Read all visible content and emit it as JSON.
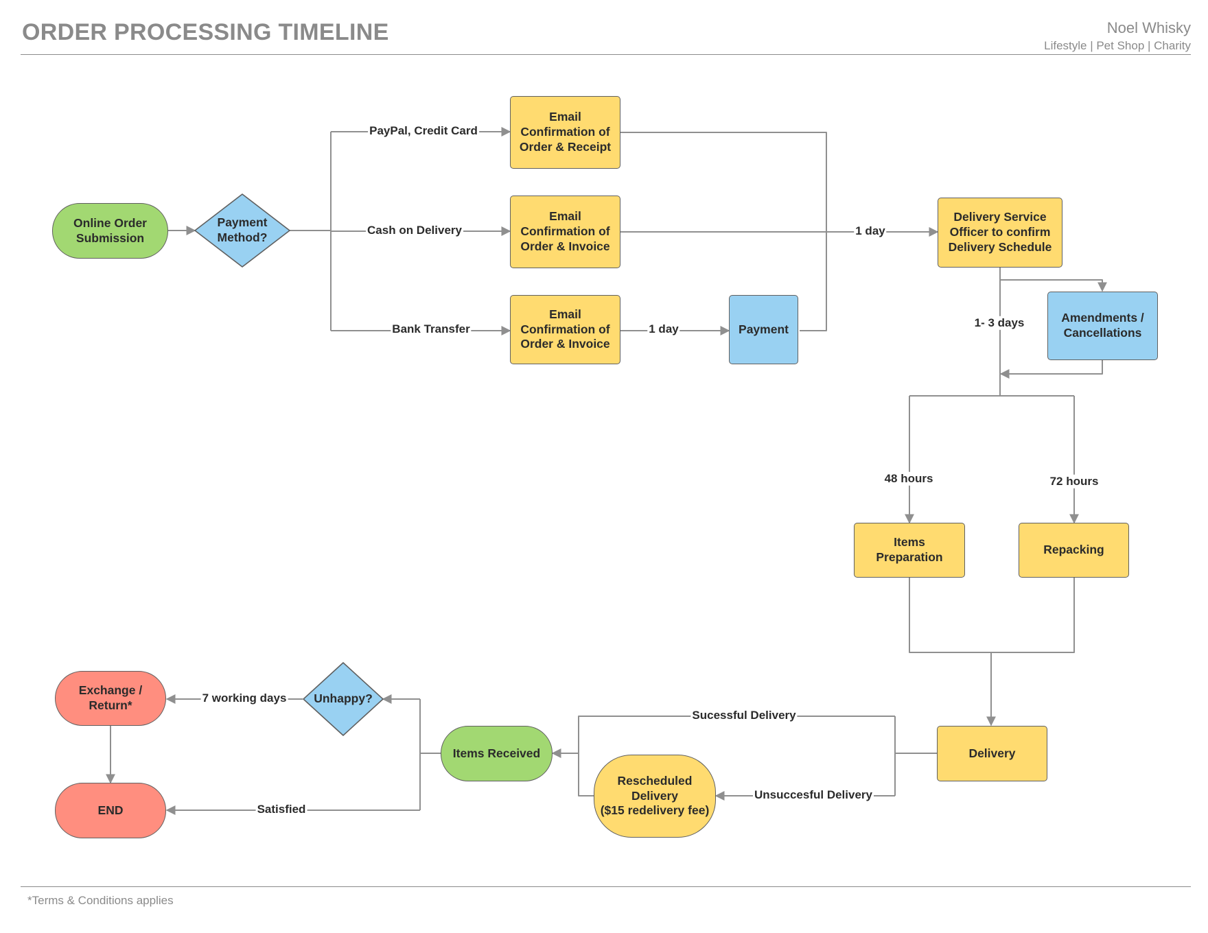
{
  "header": {
    "title": "ORDER PROCESSING TIMELINE",
    "author": "Noel Whisky",
    "subtitle": "Lifestyle | Pet Shop | Charity"
  },
  "footer": {
    "note": "*Terms & Conditions applies"
  },
  "colors": {
    "yellow": "#ffdb70",
    "blue": "#99d1f2",
    "green": "#a2d872",
    "red": "#ff8e7f",
    "connector": "#8f8f8f",
    "border": "#5f5f5f"
  },
  "nodes": {
    "online_order": "Online Order\nSubmission",
    "payment_method": "Payment\nMethod?",
    "email_receipt": "Email\nConfirmation of\nOrder & Receipt",
    "email_invoice_cod": "Email\nConfirmation of\nOrder & Invoice",
    "email_invoice_bank": "Email\nConfirmation of\nOrder & Invoice",
    "payment": "Payment",
    "delivery_officer": "Delivery Service\nOfficer to confirm\nDelivery Schedule",
    "amendments": "Amendments /\nCancellations",
    "items_preparation": "Items\nPreparation",
    "repacking": "Repacking",
    "delivery": "Delivery",
    "rescheduled": "Rescheduled\nDelivery\n($15 redelivery fee)",
    "items_received": "Items Received",
    "unhappy": "Unhappy?",
    "exchange_return": "Exchange /\nReturn*",
    "end": "END"
  },
  "edge_labels": {
    "paypal": "PayPal, Credit Card",
    "cod": "Cash on Delivery",
    "bank": "Bank Transfer",
    "one_day_payment": "1 day",
    "one_day_delivery": "1 day",
    "one_three_days": "1- 3 days",
    "h48": "48 hours",
    "h72": "72 hours",
    "successful": "Sucessful Delivery",
    "unsuccessful": "Unsuccesful Delivery",
    "working_days": "7 working days",
    "satisfied": "Satisfied"
  }
}
